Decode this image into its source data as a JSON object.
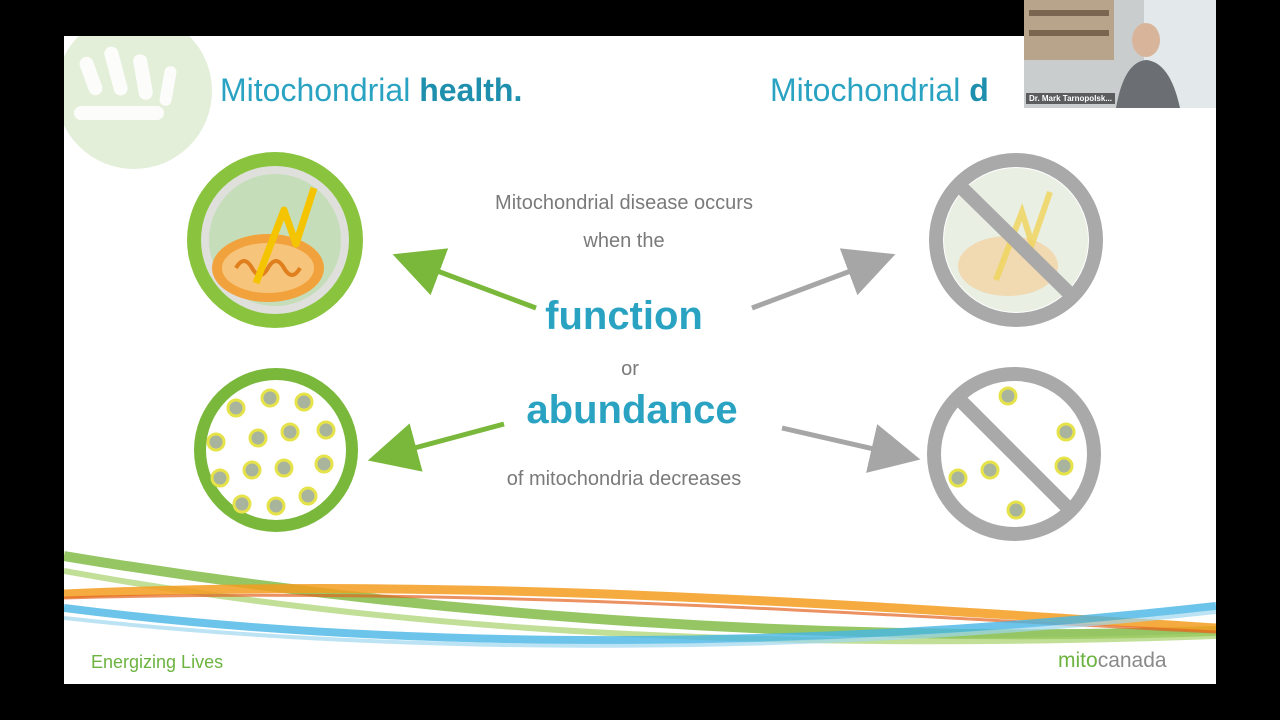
{
  "slide": {
    "title_left_prefix": "Mitochondrial ",
    "title_left_bold": "health.",
    "title_right_prefix": "Mitochondrial ",
    "title_right_bold": "d",
    "line1": "Mitochondrial disease occurs",
    "line2": "when the",
    "word_function": "function",
    "word_or": "or",
    "word_abundance": "abundance",
    "line_last": "of mitochondria decreases",
    "footer_left": "Energizing Lives",
    "footer_brand_a": "mit",
    "footer_brand_o": "o",
    "footer_brand_b": "canada"
  },
  "video": {
    "participant_name": "Dr. Mark Tarnopolsk..."
  },
  "colors": {
    "accent_blue": "#2aa3c2",
    "accent_green": "#6cb33f",
    "gray": "#a6a6a6"
  }
}
